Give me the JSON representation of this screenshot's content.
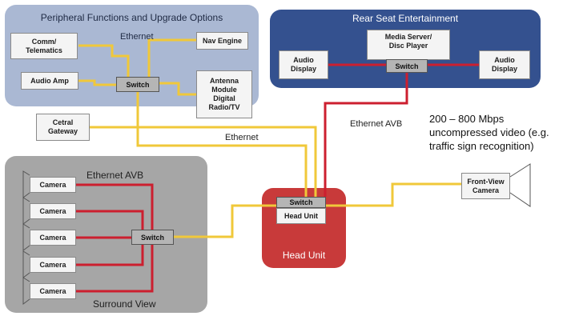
{
  "groups": {
    "peripheral": {
      "title": "Peripheral Functions and Upgrade Options",
      "bg": "#aab8d3",
      "fg": "#1f2a44"
    },
    "rear": {
      "title": "Rear Seat Entertainment",
      "bg": "#34518f",
      "fg": "#ffffff"
    },
    "head": {
      "title": "Head Unit",
      "bg": "#c83a3a",
      "fg": "#ffffff"
    },
    "surround": {
      "title": "Surround View",
      "bg": "#a6a6a6",
      "fg": "#1e1e1e"
    }
  },
  "boxes": {
    "comm": "Comm/\nTelematics",
    "nav": "Nav Engine",
    "audio_amp": "Audio Amp",
    "antenna": "Antenna\nModule\nDigital\nRadio/TV",
    "audio_display_left": "Audio\nDisplay",
    "media_server": "Media Server/\nDisc Player",
    "audio_display_right": "Audio\nDisplay",
    "gateway": "Cetral\nGateway",
    "head_unit": "Head Unit",
    "front_camera": "Front-View\nCamera",
    "camera_1": "Camera",
    "camera_2": "Camera",
    "camera_3": "Camera",
    "camera_4": "Camera",
    "camera_5": "Camera"
  },
  "switch_label": "Switch",
  "labels": {
    "ethernet_peripheral": "Ethernet",
    "ethernet_main": "Ethernet",
    "ethernet_avb_rse": "Ethernet AVB",
    "ethernet_avb_surround": "Ethernet AVB"
  },
  "note": "200 – 800 Mbps\nuncompressed video (e.g.\ntraffic sign recognition)",
  "colors": {
    "ethernet": "#f0c83a",
    "avb": "#cc1f2f",
    "box_border": "#8a8a8a"
  }
}
